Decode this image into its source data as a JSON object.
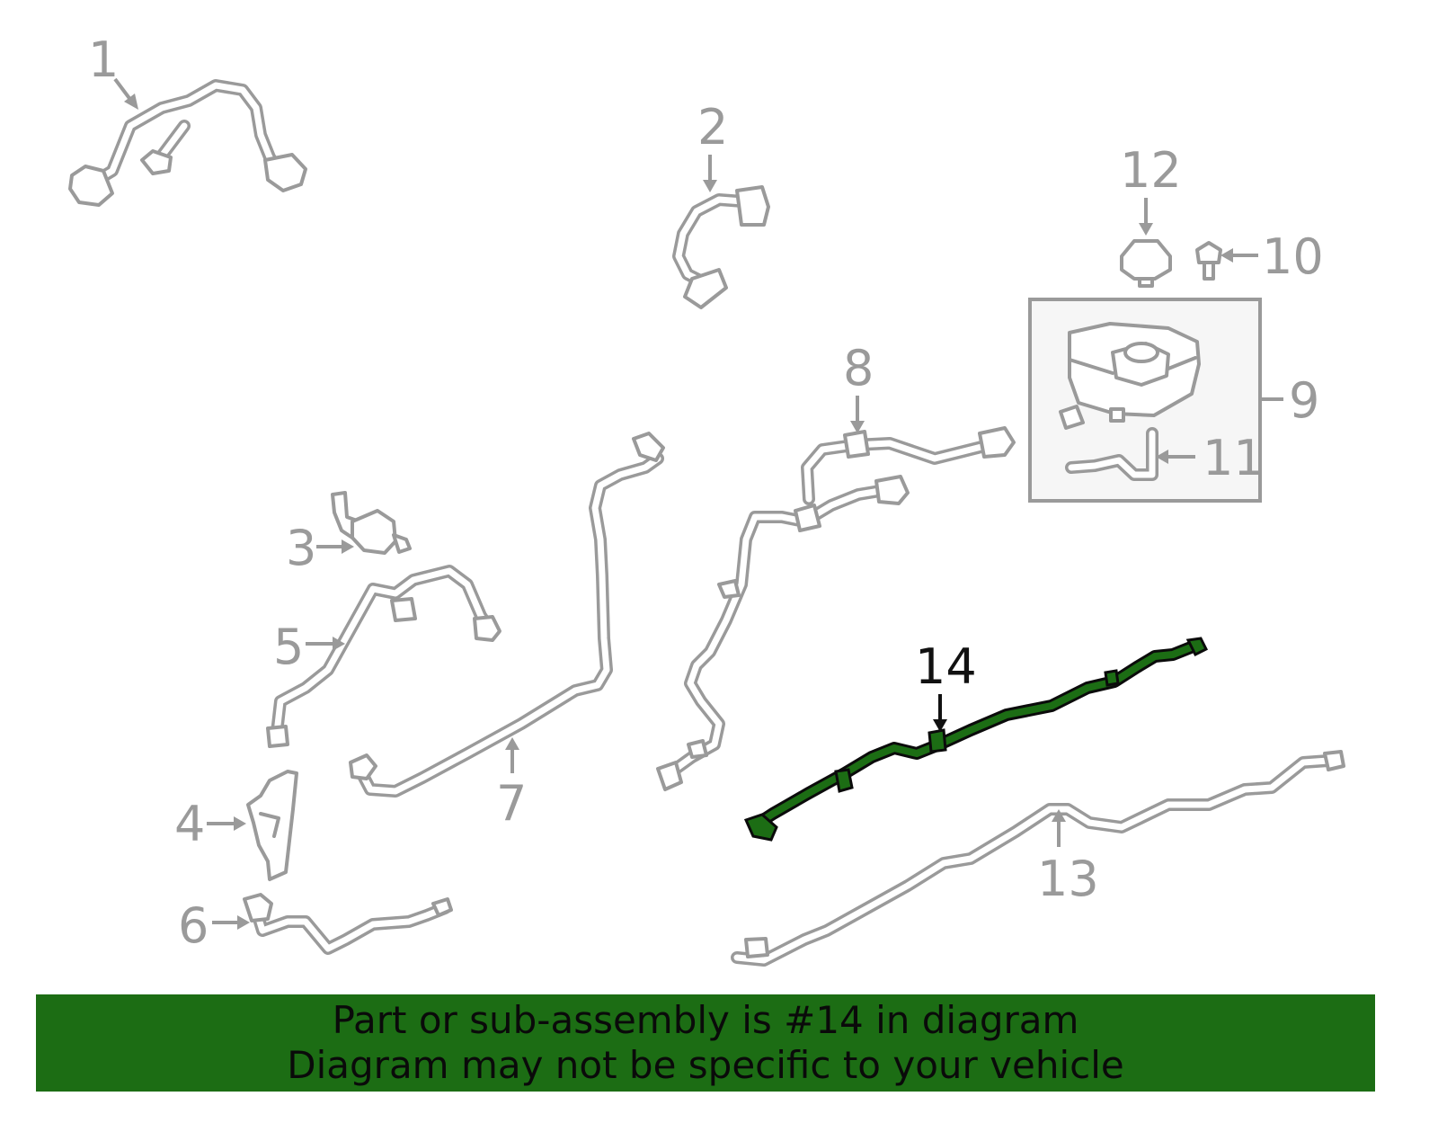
{
  "callouts": {
    "c1": "1",
    "c2": "2",
    "c3": "3",
    "c4": "4",
    "c5": "5",
    "c6": "6",
    "c7": "7",
    "c8": "8",
    "c9": "9",
    "c10": "10",
    "c11": "11",
    "c12": "12",
    "c13": "13",
    "c14": "14"
  },
  "highlighted_part": "14",
  "colors": {
    "highlight": "#1c6d14",
    "part_line": "#9a9a9a",
    "banner_bg": "#1c6d14"
  },
  "banner": {
    "line1": "Part or sub-assembly is #14 in diagram",
    "line2": "Diagram may not be specific to your vehicle"
  }
}
